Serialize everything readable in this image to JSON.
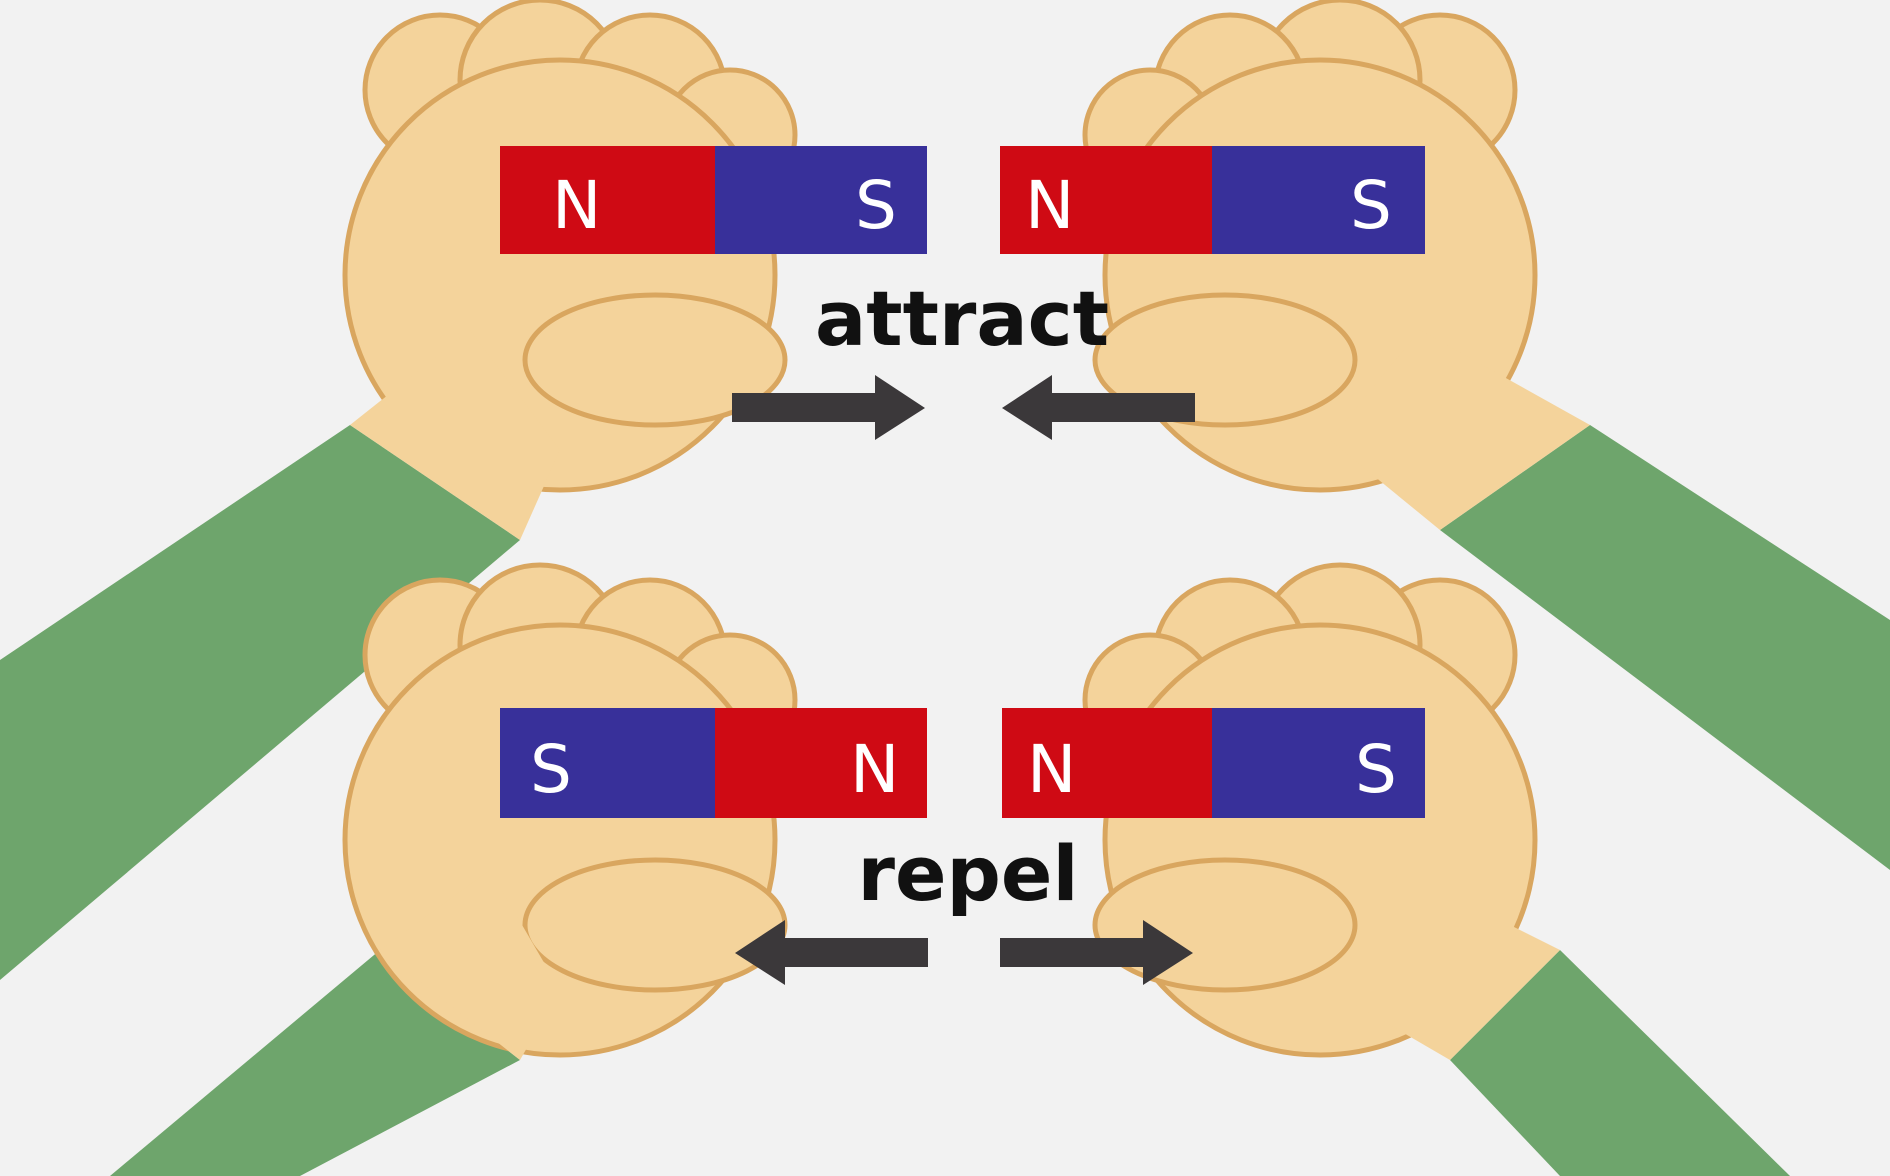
{
  "colors": {
    "background": "#f2f2f2",
    "north_pole": "#cf0a14",
    "south_pole": "#38309a",
    "sleeve": "#6ea56c",
    "skin": "#f4d39b",
    "skin_outline": "#d9a65f",
    "arrow": "#3b383a"
  },
  "top": {
    "label": "attract",
    "left_magnet": {
      "left_pole": "N",
      "right_pole": "S"
    },
    "right_magnet": {
      "left_pole": "N",
      "right_pole": "S"
    },
    "arrows": [
      "right",
      "left"
    ]
  },
  "bottom": {
    "label": "repel",
    "left_magnet": {
      "left_pole": "S",
      "right_pole": "N"
    },
    "right_magnet": {
      "left_pole": "N",
      "right_pole": "S"
    },
    "arrows": [
      "left",
      "right"
    ]
  },
  "icons": [
    "hand-icon",
    "arrow-icon"
  ]
}
